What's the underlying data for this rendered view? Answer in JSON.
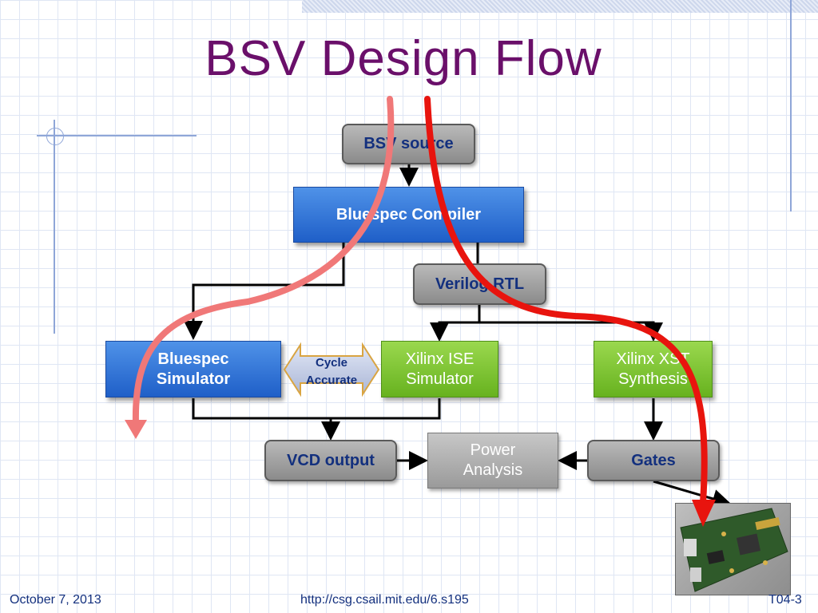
{
  "slide": {
    "title": "BSV Design Flow",
    "footer_date": "October 7, 2013",
    "footer_url": "http://csg.csail.mit.edu/6.s195",
    "footer_page": "T04-3"
  },
  "nodes": {
    "bsv_source": "BSV source",
    "bluespec_compiler": "Bluespec Compiler",
    "verilog_rtl": "Verilog RTL",
    "bluespec_simulator": "Bluespec Simulator",
    "cycle_accurate": "Cycle Accurate",
    "xilinx_ise_simulator": "Xilinx ISE Simulator",
    "xilinx_xst_synthesis": "Xilinx XST Synthesis",
    "vcd_output": "VCD output",
    "power_analysis": "Power Analysis",
    "gates": "Gates"
  },
  "colors": {
    "title": "#6a0f6a",
    "gray_box_text": "#13307e",
    "blue_box": "#2d72d9",
    "green_box": "#7cc232",
    "red_path": "#e8140e",
    "pink_path": "#f07878"
  },
  "image": "fpga-board-photo"
}
